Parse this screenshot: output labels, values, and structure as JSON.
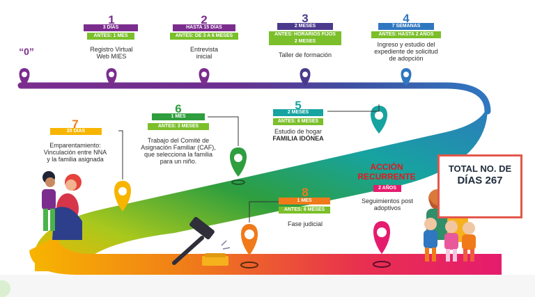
{
  "colors": {
    "purple": "#7b2d8e",
    "violet": "#4b3a8c",
    "blue": "#2f77c0",
    "teal": "#17a3a0",
    "green": "#7bbf2a",
    "yellow": "#f7b500",
    "orange": "#f07a1a",
    "pink": "#e51c6e",
    "red": "#e3574b",
    "textDark": "#1f2b3a"
  },
  "start": {
    "label": "“0”"
  },
  "steps": [
    {
      "number": "1",
      "duration": "3 DÍAS",
      "before": "ANTES: 1 MES",
      "desc": [
        "Registro Virtual",
        "Web MIES"
      ],
      "color": "#7b2d8e"
    },
    {
      "number": "2",
      "duration": "HASTA 15 DÍAS",
      "before": "ANTES: DE 3 A 6 MESES",
      "desc": [
        "Entrevista",
        "inicial"
      ],
      "color": "#7b2d8e"
    },
    {
      "number": "3",
      "duration": "2 MESES",
      "before": [
        "ANTES: HORARIOS FIJOS",
        "2 MESES"
      ],
      "desc": [
        "Taller de formación"
      ],
      "color": "#4b3a8c"
    },
    {
      "number": "4",
      "duration": "7 SEMANAS",
      "before": "ANTES: HASTA 2 AÑOS",
      "desc": [
        "Ingreso y estudio del",
        "expediente de solicitud",
        "de adopción"
      ],
      "color": "#2f77c0"
    },
    {
      "number": "5",
      "duration": "2 MESES",
      "before": "ANTES: 6 MESES",
      "desc": [
        "Estudio de hogar",
        "FAMILIA IDÓNEA"
      ],
      "color": "#17a3a0"
    },
    {
      "number": "6",
      "duration": "1 MES",
      "before": "ANTES: 3 MESES",
      "desc": [
        "Trabajo del Comité de",
        "Asignación Familiar (CAF),",
        "que selecciona la familia",
        "para un niño."
      ],
      "color": "#2e9e3e"
    },
    {
      "number": "7",
      "duration": "20 DÍAS",
      "before": "",
      "desc": [
        "Emparentamiento:",
        "Vinculación entre NNA",
        "y la familia asignada"
      ],
      "color": "#f7b500"
    },
    {
      "number": "8",
      "duration": "1 MES",
      "before": "ANTES: 6 MESES",
      "desc": [
        "Fase judicial"
      ],
      "color": "#f07a1a"
    }
  ],
  "recurrent": {
    "title": [
      "ACCIÓN",
      "RECURRENTE"
    ],
    "duration": "2 AÑOS",
    "desc": [
      "Seguimientos post",
      "adoptivos"
    ]
  },
  "total": {
    "line1": "TOTAL NO. DE",
    "line2": "DÍAS 267"
  }
}
